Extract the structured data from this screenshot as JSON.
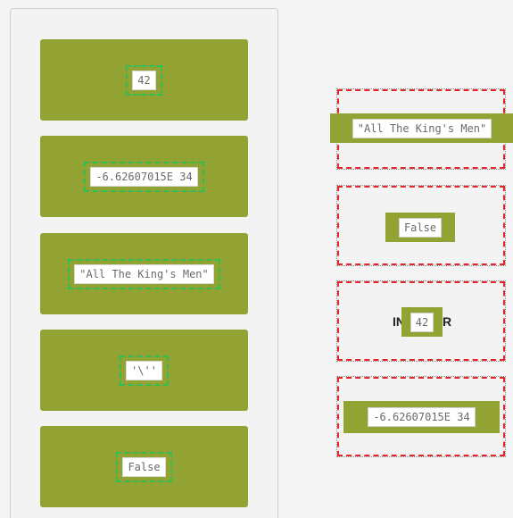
{
  "source_items": [
    {
      "value": "42"
    },
    {
      "value": "-6.62607015E 34"
    },
    {
      "value": "\"All The King's Men\""
    },
    {
      "value": "'\\''"
    },
    {
      "value": "False"
    }
  ],
  "target_slots": [
    {
      "label": "",
      "placed": "\"All The King's Men\""
    },
    {
      "label": "",
      "placed": "False"
    },
    {
      "label_left": "IN",
      "label_right": "R",
      "placed": "42"
    },
    {
      "label": "",
      "placed": "-6.62607015E 34"
    }
  ],
  "colors": {
    "tile_green": "#92a334",
    "drag_outline_green": "#2fbf55",
    "drop_outline_red": "#e2262a"
  }
}
